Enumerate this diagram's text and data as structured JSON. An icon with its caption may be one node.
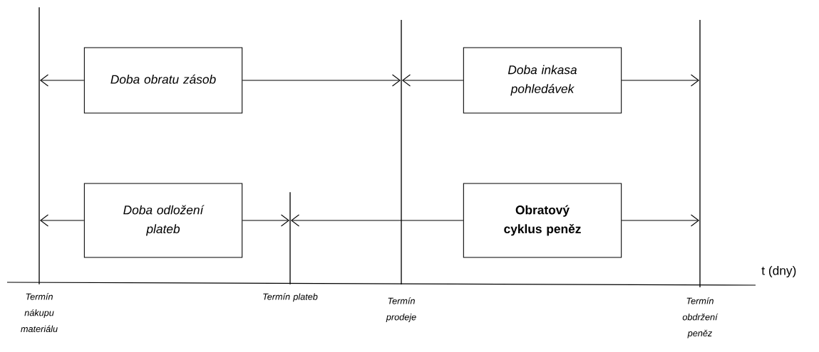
{
  "diagram": {
    "nodes": [
      {
        "text": [
          "Doba obratu zásob"
        ]
      },
      {
        "text": [
          "Doba inkasa pohledávek"
        ]
      },
      {
        "text": [
          "Doba odložení plateb"
        ]
      },
      {
        "text": [
          "Obratový cyklus peněz"
        ]
      },
      {
        "text": [],
        "shape": "bar",
        "beside": [
          "Termín nákupu materiálu"
        ]
      },
      {
        "text": [],
        "shape": "bar",
        "beside": [
          "Termín plateb"
        ]
      },
      {
        "text": [],
        "shape": "bar",
        "beside": [
          "Termín prodeje"
        ]
      },
      {
        "text": [],
        "shape": "bar",
        "beside": [
          "Termín obdržení peněz"
        ]
      }
    ],
    "edges": [
      {
        "from": 0,
        "to": 4,
        "arrow": "to"
      },
      {
        "from": 0,
        "to": 6,
        "arrow": "to"
      },
      {
        "from": 1,
        "to": 6,
        "arrow": "to"
      },
      {
        "from": 1,
        "to": 7,
        "arrow": "to"
      },
      {
        "from": 2,
        "to": 4,
        "arrow": "to"
      },
      {
        "from": 2,
        "to": 5,
        "arrow": "to"
      },
      {
        "from": 3,
        "to": 5,
        "arrow": "to"
      },
      {
        "from": 3,
        "to": 7,
        "arrow": "to"
      }
    ],
    "labels": [
      "t (dny)"
    ]
  }
}
